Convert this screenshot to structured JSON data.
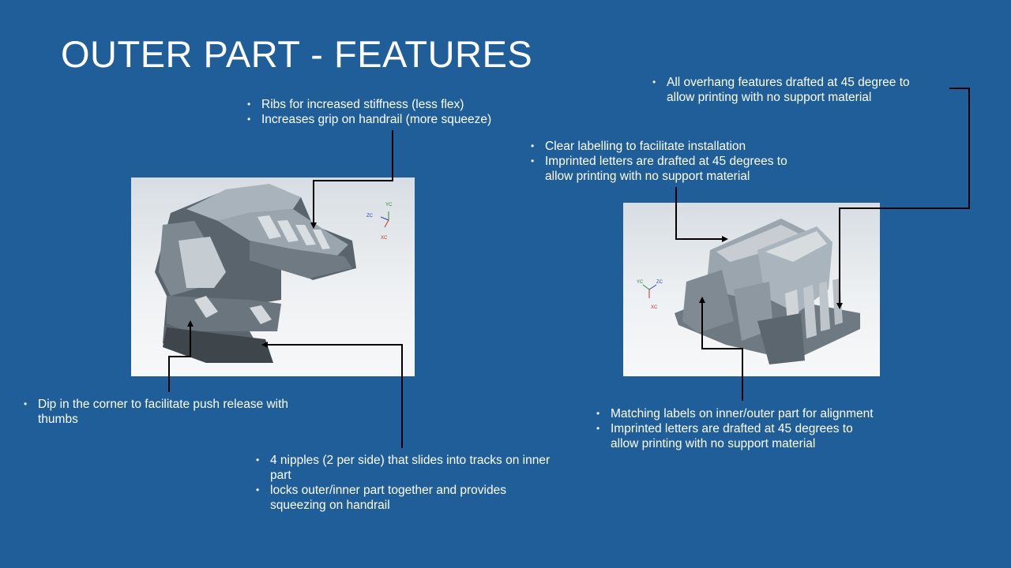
{
  "slide": {
    "title": "OUTER PART - FEATURES"
  },
  "callouts": {
    "ribs": [
      "Ribs for increased stiffness (less flex)",
      "Increases grip on handrail (more squeeze)"
    ],
    "overhang": [
      "All overhang features drafted at 45 degree to allow printing with no support material"
    ],
    "labelling": [
      "Clear labelling to facilitate installation",
      "Imprinted letters are drafted at 45 degrees to allow printing with no support material"
    ],
    "dip": [
      "Dip in the corner to facilitate push release with thumbs"
    ],
    "nipples": [
      "4 nipples (2 per side) that slides into tracks on inner part",
      "locks outer/inner part together and provides squeezing on handrail"
    ],
    "matching": [
      "Matching labels on inner/outer part for alignment",
      "Imprinted letters are drafted at 45 degrees to allow printing with no support material"
    ]
  },
  "axes": {
    "left": {
      "yc": "YC",
      "zc": "ZC",
      "xc": "XC"
    },
    "right": {
      "yc": "YC",
      "zc": "ZC",
      "xc": "XC"
    }
  },
  "colors": {
    "background": "#1F5E99",
    "text": "#FFFFFF",
    "connector": "#000000",
    "part_fill": "#8E9AA4",
    "part_shadow": "#4B545B"
  }
}
